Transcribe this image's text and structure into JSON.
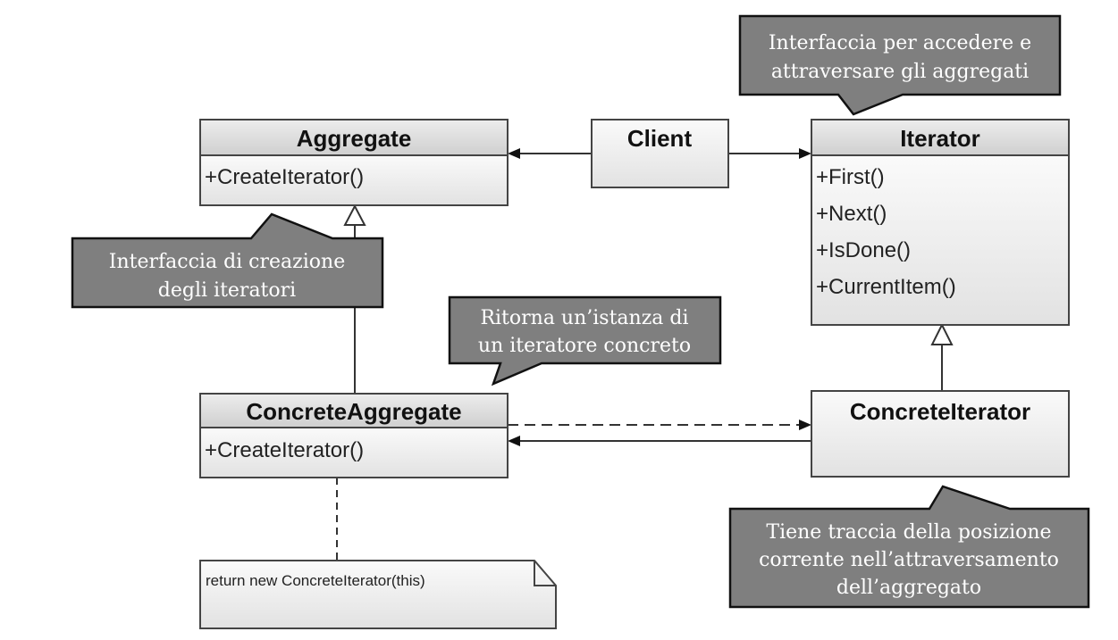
{
  "classes": {
    "aggregate": {
      "name": "Aggregate",
      "members": [
        "+CreateIterator()"
      ]
    },
    "client": {
      "name": "Client"
    },
    "iterator": {
      "name": "Iterator",
      "members": [
        "+First()",
        "+Next()",
        "+IsDone()",
        "+CurrentItem()"
      ]
    },
    "concrete_aggregate": {
      "name": "ConcreteAggregate",
      "members": [
        "+CreateIterator()"
      ]
    },
    "concrete_iterator": {
      "name": "ConcreteIterator"
    }
  },
  "note": {
    "text": "return new ConcreteIterator(this)"
  },
  "callouts": {
    "iterator_interface": [
      "Interfaccia per accedere e",
      "attraversare gli aggregati"
    ],
    "aggregate_interface": [
      "Interfaccia di creazione",
      "degli iteratori"
    ],
    "create_iterator": [
      "Ritorna un’istanza di",
      "un iteratore concreto"
    ],
    "concrete_iterator": [
      "Tiene traccia della posizione",
      "corrente nell’attraversamento",
      "dell’aggregato"
    ]
  },
  "colors": {
    "callout_fill": "#7f7f7f",
    "class_header": "#e0e0e0",
    "class_body": "#f2f2f2",
    "line": "#333333"
  }
}
